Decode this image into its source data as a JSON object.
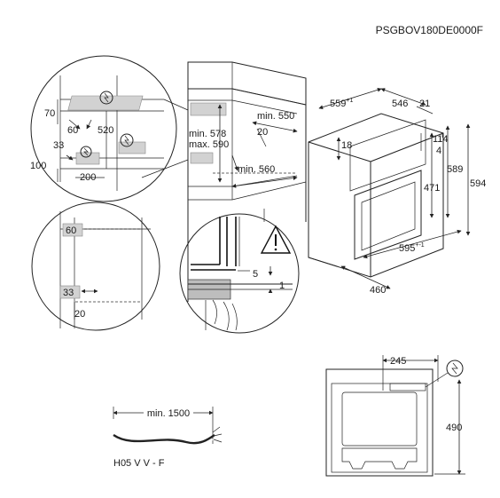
{
  "model_code": "PSGBOV180DE0000F",
  "detail_top_left": {
    "dims": [
      "70",
      "60",
      "520",
      "33",
      "100",
      "200"
    ]
  },
  "niche": {
    "min_width": "min. 550",
    "min_height": "min. 578",
    "max_height": "max. 590",
    "side_gap": "20",
    "min_depth": "min. 560"
  },
  "oven": {
    "width": "559",
    "width_sup": "+1",
    "depth": "546",
    "front": "21",
    "top_gap": "18",
    "d114": "114",
    "d4": "4",
    "h471": "471",
    "h589": "589",
    "h594": "594",
    "w595": "595",
    "w595_sup": "+-1",
    "d460": "460"
  },
  "detail_mid_left": {
    "top": "60",
    "bottom": "33",
    "bottom_gap": "20"
  },
  "detail_mid": {
    "d5": "5",
    "d1": "1"
  },
  "cable": {
    "length": "min. 1500",
    "type": "H05 V V - F"
  },
  "back_view": {
    "width": "245",
    "height": "490"
  }
}
